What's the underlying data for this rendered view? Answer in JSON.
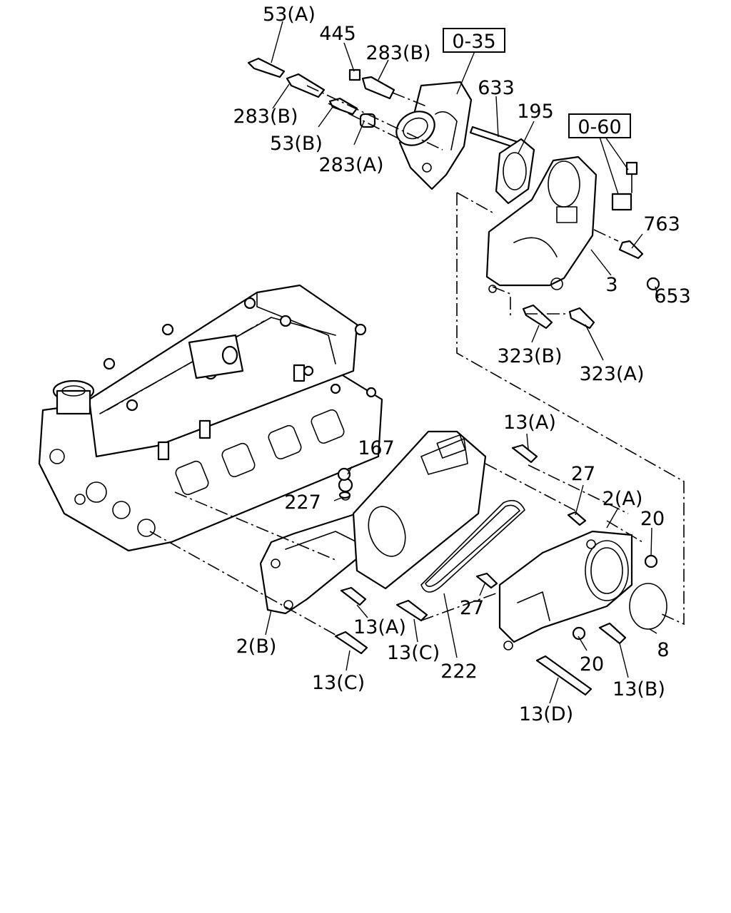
{
  "callouts": {
    "c53a": "53(A)",
    "c445": "445",
    "c283b_top": "283(B)",
    "c283b_left": "283(B)",
    "c53b": "53(B)",
    "c283a": "283(A)",
    "c633": "633",
    "c195": "195",
    "c763": "763",
    "c3": "3",
    "c653": "653",
    "c323b": "323(B)",
    "c323a": "323(A)",
    "c13a_top": "13(A)",
    "c167": "167",
    "c27_top": "27",
    "c2a": "2(A)",
    "c20_top": "20",
    "c227": "227",
    "c27_mid": "27",
    "c8": "8",
    "c13a_low": "13(A)",
    "c13c_mid": "13(C)",
    "c222": "222",
    "c20_low": "20",
    "c13b": "13(B)",
    "c2b": "2(B)",
    "c13c_low": "13(C)",
    "c13d": "13(D)"
  },
  "references": {
    "r035": "0-35",
    "r060": "0-60"
  }
}
